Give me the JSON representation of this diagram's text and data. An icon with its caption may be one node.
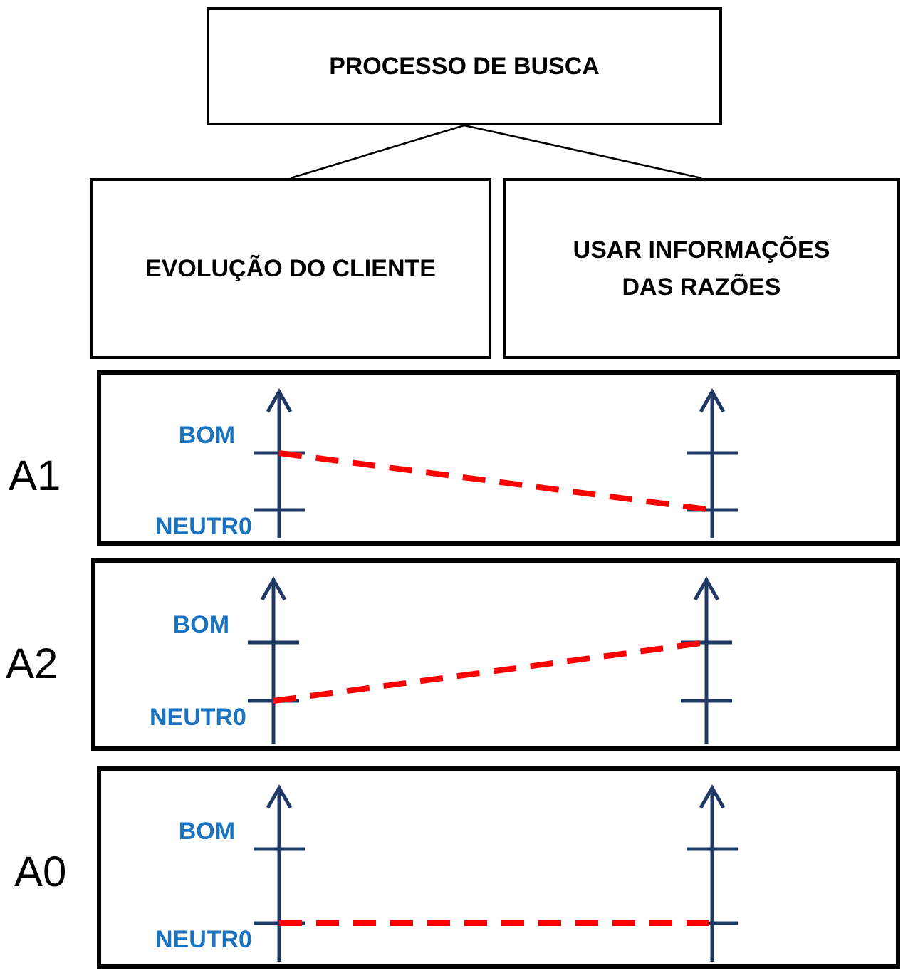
{
  "diagram": {
    "nodes": [
      {
        "text": [
          "PROCESSO DE BUSCA"
        ]
      },
      {
        "text": [
          "EVOLUÇÃO DO CLIENTE"
        ]
      },
      {
        "text": [
          "USAR INFORMAÇÕES DAS RAZÕES"
        ]
      },
      {
        "text": [],
        "shape": "box",
        "beside": [
          "A1"
        ]
      },
      {
        "text": [],
        "shape": "box",
        "beside": [
          "A2"
        ]
      },
      {
        "text": [],
        "shape": "box",
        "beside": [
          "A0"
        ]
      }
    ],
    "edges": [
      {
        "from": 0,
        "to": 1,
        "arrow": "none"
      },
      {
        "from": 0,
        "to": 2,
        "arrow": "none"
      }
    ],
    "labels": [
      "BOM",
      "NEUTR0",
      "BOM",
      "NEUTR0",
      "BOM",
      "NEUTR0"
    ]
  }
}
